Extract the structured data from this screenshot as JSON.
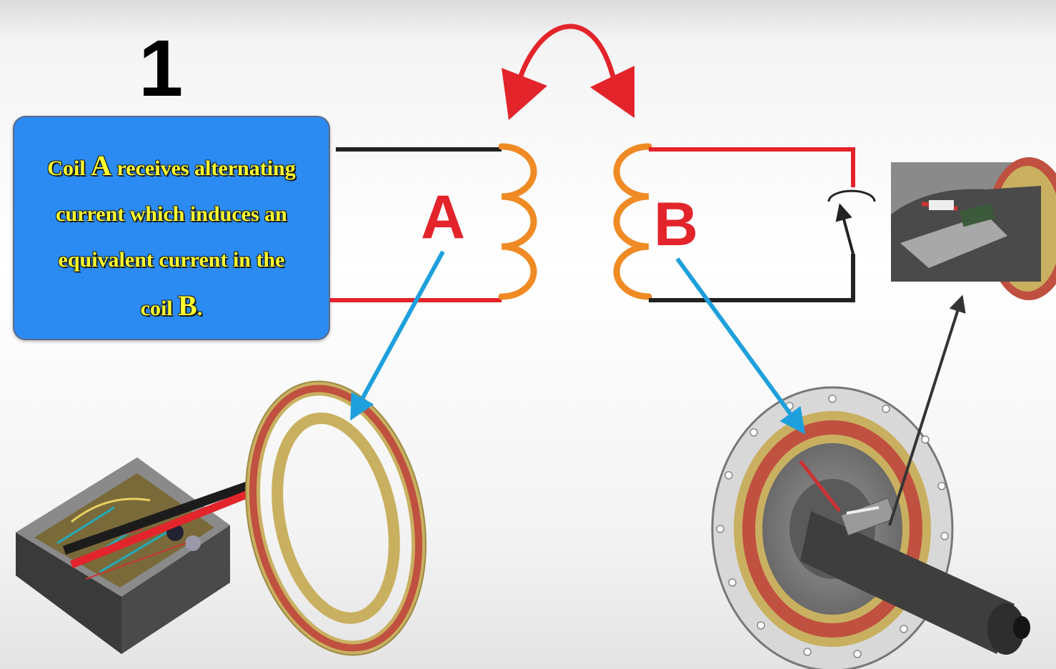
{
  "step_number": "1",
  "info_box": {
    "line1_pre": "Coil ",
    "line1_letter": "A",
    "line1_post": " receives alternating",
    "line2": "current which induces an",
    "line3": "equivalent current in the",
    "line4_pre": "coil ",
    "line4_letter": "B",
    "line4_post": "."
  },
  "coil_labels": {
    "a": "A",
    "b": "B"
  },
  "colors": {
    "info_box_bg": "#2b8bf2",
    "info_text": "#ffff30",
    "coil": "#f08a24",
    "label": "#e3242b",
    "wire_red": "#e3242b",
    "wire_black": "#222222",
    "pointer_blue": "#1ea0dc",
    "induction_arrow": "#e3242b",
    "pointer_dark": "#333333"
  },
  "icons": [
    "curved-double-arrow-icon",
    "switch-icon",
    "controller-box-image",
    "coil-ring-image",
    "hub-motor-image",
    "sensor-closeup-image"
  ]
}
